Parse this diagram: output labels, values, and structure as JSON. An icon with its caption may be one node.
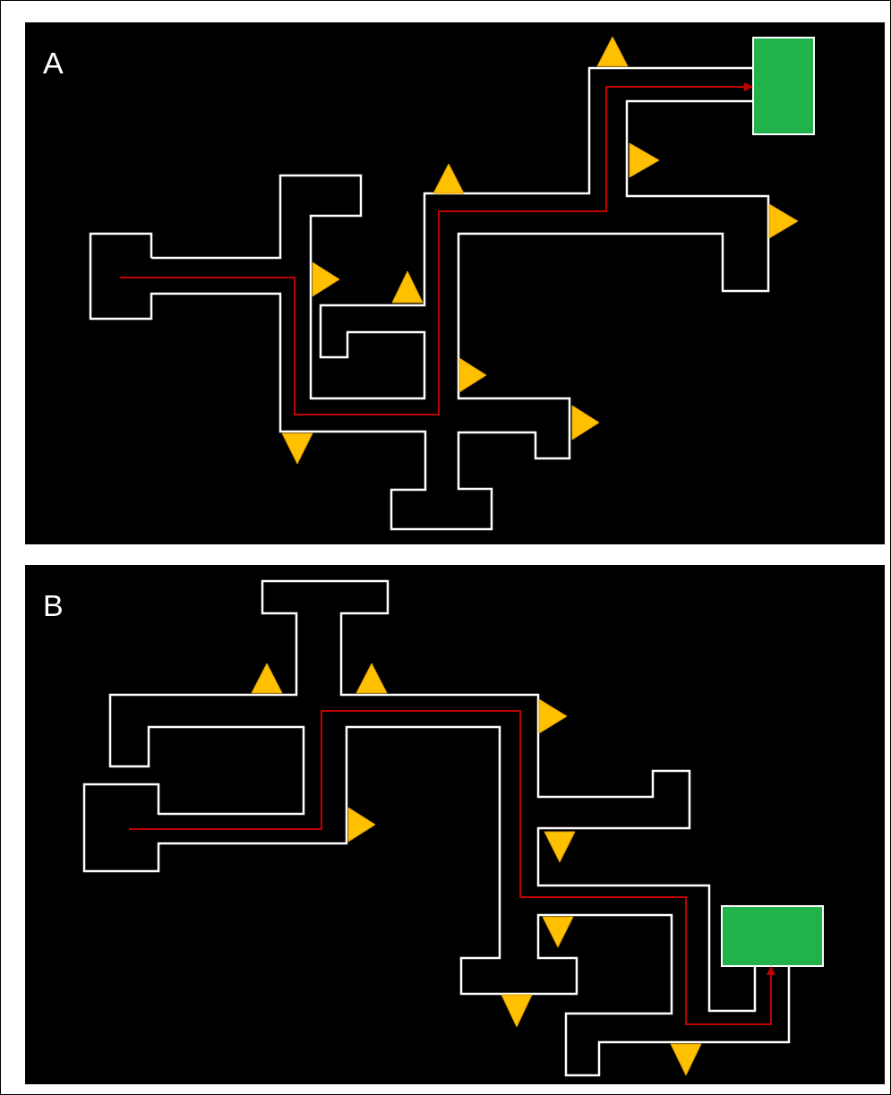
{
  "diagram": {
    "nodes": [
      {
        "text": [
          "A"
        ]
      },
      {
        "text": [],
        "shape": "box",
        "in": 0
      },
      {
        "text": [
          "B"
        ]
      },
      {
        "text": [],
        "shape": "box",
        "in": 2
      }
    ],
    "edges": [
      {
        "from": null,
        "to": 1,
        "arrow": "to"
      },
      {
        "from": null,
        "to": 3,
        "arrow": "to"
      }
    ]
  }
}
